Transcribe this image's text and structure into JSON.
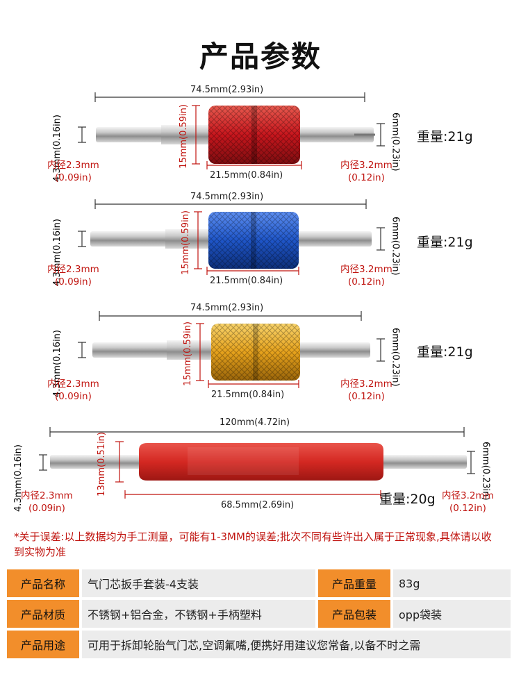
{
  "title": "产品参数",
  "tools": [
    {
      "length": "74.5mm(2.93in)",
      "left_dia": [
        "4.3mm",
        "(0.16in)"
      ],
      "right_dia": [
        "6mm",
        "(0.23in)"
      ],
      "handle_dia": "15mm(0.59in)",
      "handle_len": "21.5mm(0.84in)",
      "inner_left": [
        "内径2.3mm",
        "(0.09in)"
      ],
      "inner_right": [
        "内径3.2mm",
        "(0.12in)"
      ],
      "weight": "重量:21g",
      "color": "#c8161d"
    },
    {
      "length": "74.5mm(2.93in)",
      "left_dia": [
        "4.3mm",
        "(0.16in)"
      ],
      "right_dia": [
        "6mm",
        "(0.23in)"
      ],
      "handle_dia": "15mm(0.59in)",
      "handle_len": "21.5mm(0.84in)",
      "inner_left": [
        "内径2.3mm",
        "(0.09in)"
      ],
      "inner_right": [
        "内径3.2mm",
        "(0.12in)"
      ],
      "weight": "重量:21g",
      "color": "#1f56c9"
    },
    {
      "length": "74.5mm(2.93in)",
      "left_dia": [
        "4.3mm",
        "(0.16in)"
      ],
      "right_dia": [
        "6mm",
        "(0.23in)"
      ],
      "handle_dia": "15mm(0.59in)",
      "handle_len": "21.5mm(0.84in)",
      "inner_left": [
        "内径2.3mm",
        "(0.09in)"
      ],
      "inner_right": [
        "内径3.2mm",
        "(0.12in)"
      ],
      "weight": "重量:21g",
      "color": "#e6a21c"
    },
    {
      "length": "120mm(4.72in)",
      "left_dia": [
        "4.3mm",
        "(0.16in)"
      ],
      "right_dia": [
        "6mm",
        "(0.23in)"
      ],
      "handle_dia": "13mm(0.51in)",
      "handle_len": "68.5mm(2.69in)",
      "inner_left": [
        "内径2.3mm",
        "(0.09in)"
      ],
      "inner_right": [
        "内径3.2mm",
        "(0.12in)"
      ],
      "weight": "重量:20g",
      "color": "#d42822"
    }
  ],
  "note": "*关于误差:以上数据均为手工测量，可能有1-3MM的误差;批次不同有些许出入属于正常现象,具体请以收到实物为准",
  "specs": {
    "name_label": "产品名称",
    "name_value": "气门芯扳手套装-4支装",
    "weight_label": "产品重量",
    "weight_value": "83g",
    "material_label": "产品材质",
    "material_value": "不锈钢+铝合金，不锈钢+手柄塑料",
    "package_label": "产品包装",
    "package_value": "opp袋装",
    "usage_label": "产品用途",
    "usage_value": "可用于拆卸轮胎气门芯,空调氟嘴,便携好用建议您常备,以备不时之需"
  }
}
